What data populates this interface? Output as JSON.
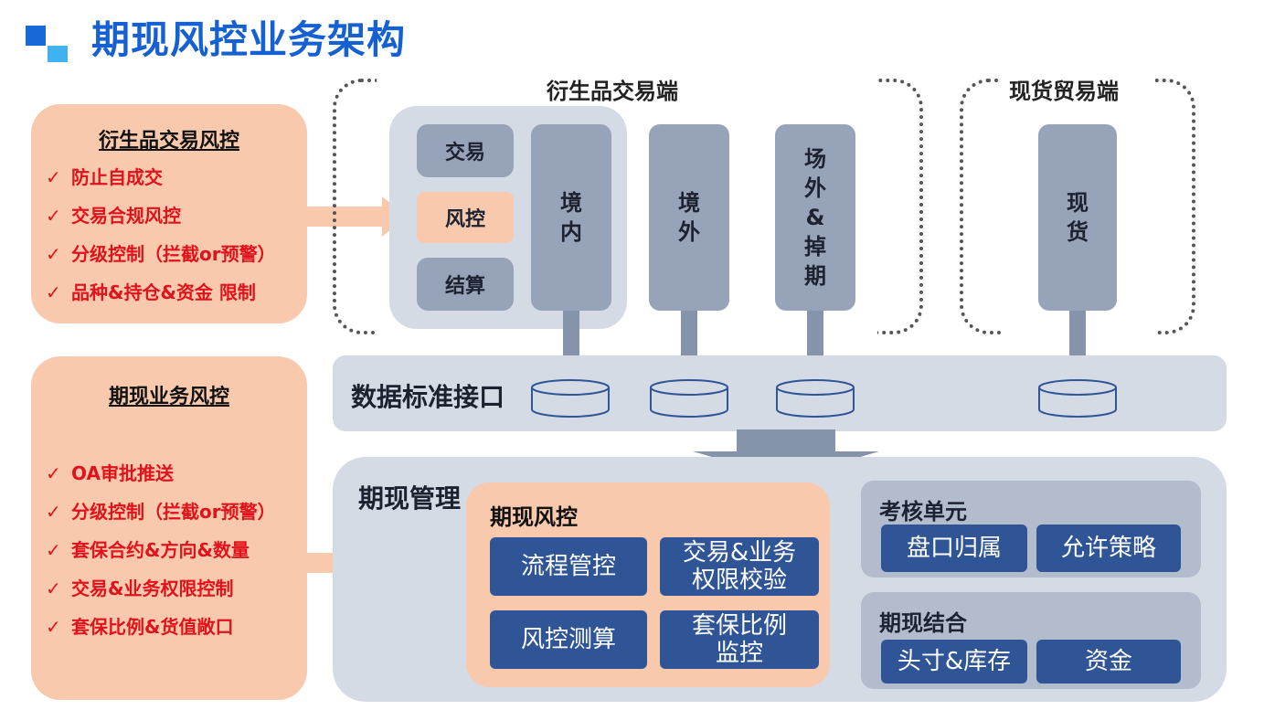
{
  "page": {
    "title": "期现风控业务架构"
  },
  "derivative_risk": {
    "title": "衍生品交易风控",
    "check": "✓",
    "items": [
      "防止自成交",
      "交易合规风控",
      "分级控制（拦截or预警）",
      "品种&持仓&资金 限制"
    ]
  },
  "business_risk": {
    "title": "期现业务风控",
    "check": "✓",
    "items": [
      "OA审批推送",
      "分级控制（拦截or预警）",
      "套保合约&方向&数量",
      "交易&业务权限控制",
      "套保比例&货值敞口"
    ]
  },
  "derivative_end": {
    "title": "衍生品交易端",
    "modules": [
      "交易",
      "风控",
      "结算"
    ],
    "domestic": "境内",
    "overseas": "境外",
    "otc": "场外&掉期"
  },
  "spot_end": {
    "title": "现货贸易端",
    "spot": "现货"
  },
  "data_interface": {
    "label": "数据标准接口"
  },
  "management": {
    "label": "期现管理",
    "risk_card": {
      "title": "期现风控",
      "buttons": [
        "流程管控",
        "交易&业务权限校验",
        "风控测算",
        "套保比例监控"
      ]
    },
    "assessment": {
      "title": "考核单元",
      "buttons": [
        "盘口归属",
        "允许策略"
      ]
    },
    "combination": {
      "title": "期现结合",
      "buttons": [
        "头寸&库存",
        "资金"
      ]
    }
  },
  "colors": {
    "title_blue": "#1560d2",
    "risk_red": "#e0121b",
    "peach": "#f8c9ac",
    "slate": "#97a3b8",
    "panel_grey": "#d5dbe5",
    "button_blue": "#2f5597"
  }
}
